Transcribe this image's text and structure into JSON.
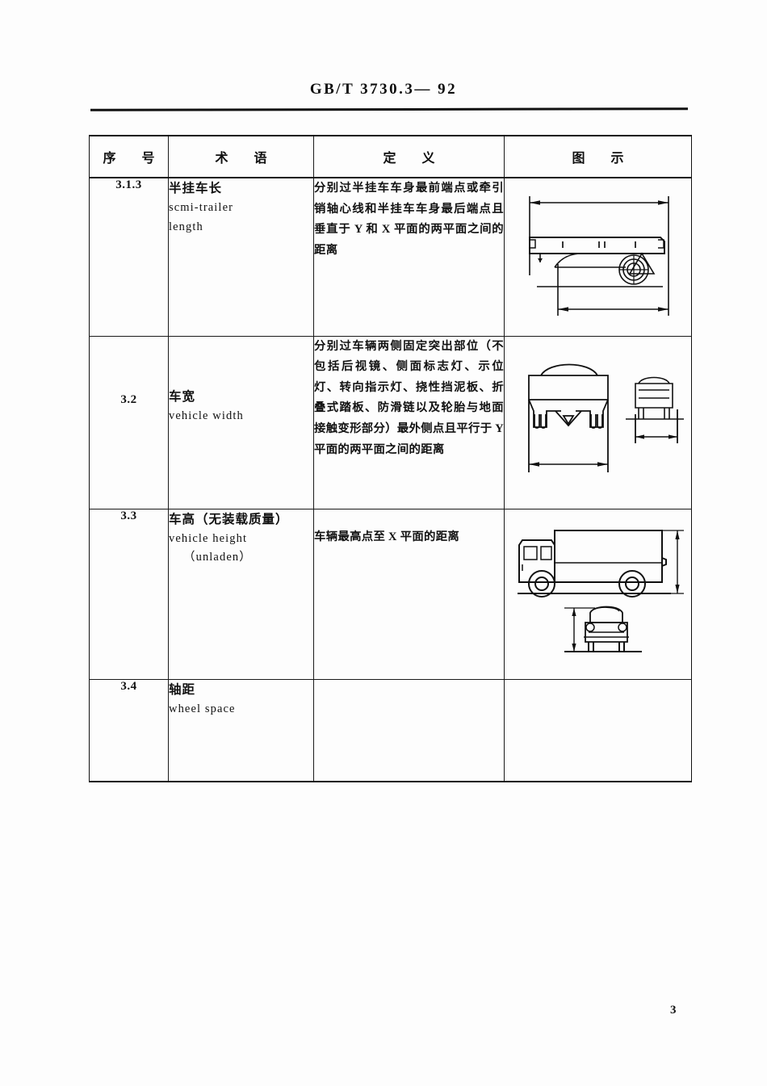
{
  "document": {
    "standard_header": "GB/T 3730.3— 92",
    "page_number": "3"
  },
  "table": {
    "columns": [
      {
        "id": "serial",
        "label": "序  号"
      },
      {
        "id": "term",
        "label": "术  语"
      },
      {
        "id": "definition",
        "label": "定  义"
      },
      {
        "id": "illustration",
        "label": "图  示"
      }
    ],
    "rows": [
      {
        "serial": "3.1.3",
        "term_cn": "半挂车长",
        "term_en": "scmi-trailer",
        "term_en2": "length",
        "definition": "分别过半挂车车身最前端点或牵引销轴心线和半挂车车身最后端点且垂直于 Y 和 X 平面的两平面之间的距离",
        "figure": "semi-trailer-side-view-length-dimension"
      },
      {
        "serial": "3.2",
        "term_cn": "车宽",
        "term_en": "vehicle width",
        "term_en2": "",
        "definition": "分别过车辆两侧固定突出部位（不包括后视镜、侧面标志灯、示位灯、转向指示灯、挠性挡泥板、折叠式踏板、防滑链以及轮胎与地面接触变形部分）最外侧点且平行于 Y 平面的两平面之间的距离",
        "figure": "vehicle-front-views-width-dimension"
      },
      {
        "serial": "3.3",
        "term_cn": "车高（无装载质量）",
        "term_en": "vehicle height",
        "term_en2": "（unladen）",
        "definition": "车辆最高点至 X 平面的距离",
        "figure": "truck-and-car-height-dimension"
      },
      {
        "serial": "3.4",
        "term_cn": "轴距",
        "term_en": "wheel space",
        "term_en2": "",
        "definition": "",
        "figure": ""
      }
    ]
  },
  "colors": {
    "ink": "#111111",
    "paper": "#fdfdfd"
  }
}
